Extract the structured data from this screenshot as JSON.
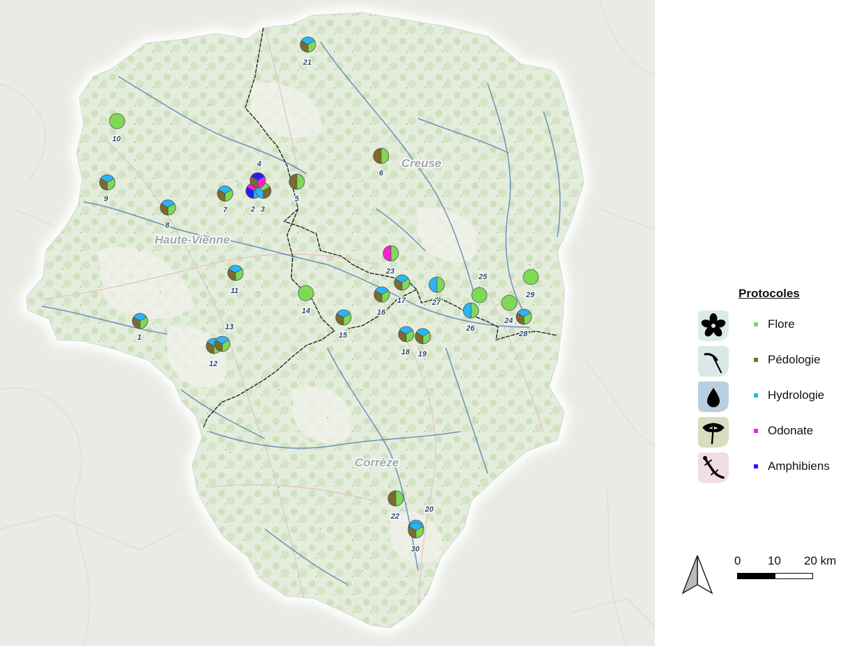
{
  "map": {
    "departments": [
      {
        "name": "Haute-Vienne"
      },
      {
        "name": "Creuse"
      },
      {
        "name": "Corrèze"
      }
    ],
    "sites": [
      {
        "id": "1",
        "protocols": [
          "Hydrologie",
          "Flore",
          "Pédologie"
        ]
      },
      {
        "id": "2",
        "protocols": [
          "Odonate",
          "Hydrologie",
          "Amphibiens"
        ]
      },
      {
        "id": "3",
        "protocols": [
          "Flore",
          "Pédologie",
          "Hydrologie"
        ]
      },
      {
        "id": "4",
        "protocols": [
          "Amphibiens",
          "Odonate",
          "Pédologie"
        ]
      },
      {
        "id": "5",
        "protocols": [
          "Flore",
          "Pédologie"
        ]
      },
      {
        "id": "6",
        "protocols": [
          "Flore",
          "Pédologie"
        ]
      },
      {
        "id": "7",
        "protocols": [
          "Hydrologie",
          "Flore",
          "Pédologie"
        ]
      },
      {
        "id": "8",
        "protocols": [
          "Hydrologie",
          "Flore",
          "Pédologie"
        ]
      },
      {
        "id": "9",
        "protocols": [
          "Hydrologie",
          "Flore",
          "Pédologie"
        ]
      },
      {
        "id": "10",
        "protocols": [
          "Flore"
        ]
      },
      {
        "id": "11",
        "protocols": [
          "Hydrologie",
          "Flore",
          "Pédologie"
        ]
      },
      {
        "id": "12",
        "protocols": [
          "Hydrologie",
          "Flore",
          "Pédologie"
        ]
      },
      {
        "id": "13",
        "protocols": [
          "Hydrologie",
          "Flore",
          "Pédologie"
        ]
      },
      {
        "id": "14",
        "protocols": [
          "Flore"
        ]
      },
      {
        "id": "15",
        "protocols": [
          "Hydrologie",
          "Flore",
          "Pédologie"
        ]
      },
      {
        "id": "16",
        "protocols": [
          "Hydrologie",
          "Flore",
          "Pédologie"
        ]
      },
      {
        "id": "17",
        "protocols": [
          "Hydrologie",
          "Flore",
          "Pédologie"
        ]
      },
      {
        "id": "18",
        "protocols": [
          "Hydrologie",
          "Flore",
          "Pédologie"
        ]
      },
      {
        "id": "19",
        "protocols": [
          "Hydrologie",
          "Flore",
          "Pédologie"
        ]
      },
      {
        "id": "20",
        "protocols": [
          "Hydrologie",
          "Flore",
          "Pédologie"
        ]
      },
      {
        "id": "21",
        "protocols": [
          "Hydrologie",
          "Flore",
          "Pédologie"
        ]
      },
      {
        "id": "22",
        "protocols": [
          "Flore",
          "Pédologie"
        ]
      },
      {
        "id": "23",
        "protocols": [
          "Flore",
          "Odonate"
        ]
      },
      {
        "id": "24",
        "protocols": [
          "Flore"
        ]
      },
      {
        "id": "25",
        "protocols": [
          "Flore"
        ]
      },
      {
        "id": "26",
        "protocols": [
          "Flore",
          "Hydrologie"
        ]
      },
      {
        "id": "27",
        "protocols": [
          "Flore",
          "Hydrologie"
        ]
      },
      {
        "id": "28",
        "protocols": [
          "Hydrologie",
          "Flore",
          "Pédologie"
        ]
      },
      {
        "id": "29",
        "protocols": [
          "Flore"
        ]
      },
      {
        "id": "30",
        "protocols": [
          "Hydrologie",
          "Flore",
          "Pédologie"
        ]
      }
    ]
  },
  "legend": {
    "title": "Protocoles",
    "items": [
      {
        "label": "Flore",
        "color": "#7ed957",
        "icon": "flower-icon",
        "icon_bg": "#dcebe6"
      },
      {
        "label": "Pédologie",
        "color": "#7d6a2e",
        "icon": "pickaxe-icon",
        "icon_bg": "#d9e9e7"
      },
      {
        "label": "Hydrologie",
        "color": "#29b6f6",
        "icon": "water-drop-icon",
        "icon_bg": "#b9cfe0"
      },
      {
        "label": "Odonate",
        "color": "#ff1fd6",
        "icon": "dragonfly-icon",
        "icon_bg": "#d9dcc0"
      },
      {
        "label": "Amphibiens",
        "color": "#1f1ff2",
        "icon": "salamander-icon",
        "icon_bg": "#f1dde3"
      }
    ]
  },
  "scale": {
    "labels": [
      "0",
      "10",
      "20 km"
    ]
  },
  "north_arrow": {
    "icon": "north-arrow-icon"
  }
}
